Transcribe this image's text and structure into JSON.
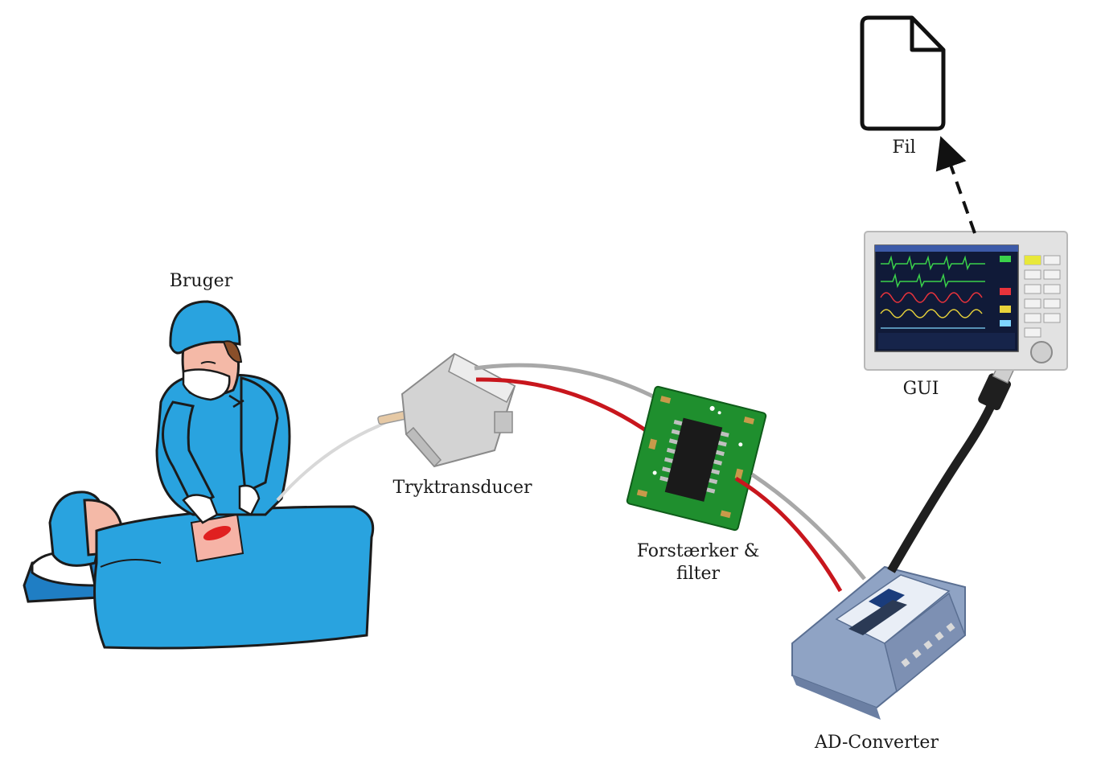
{
  "labels": {
    "bruger": "Bruger",
    "tryktransducer": "Tryktransducer",
    "forstaerker_line1": "Forstærker &",
    "forstaerker_line2": "filter",
    "gui": "GUI",
    "fil": "Fil",
    "ad_converter": "AD-Converter"
  },
  "colors": {
    "scrubs": "#29a3df",
    "outline": "#1b1b1b",
    "skin": "#f4b9a7",
    "wound": "#e02020",
    "cable_red": "#c8161d",
    "cable_grey": "#a8a8a8",
    "pcb": "#1f8f2e",
    "adc_body": "#8fa3c4"
  },
  "icons": [
    "surgeon-illustration",
    "patient-illustration",
    "pressure-transducer",
    "amplifier-board",
    "ad-converter-box",
    "patient-monitor",
    "usb-cable",
    "file-icon",
    "dashed-arrow"
  ]
}
